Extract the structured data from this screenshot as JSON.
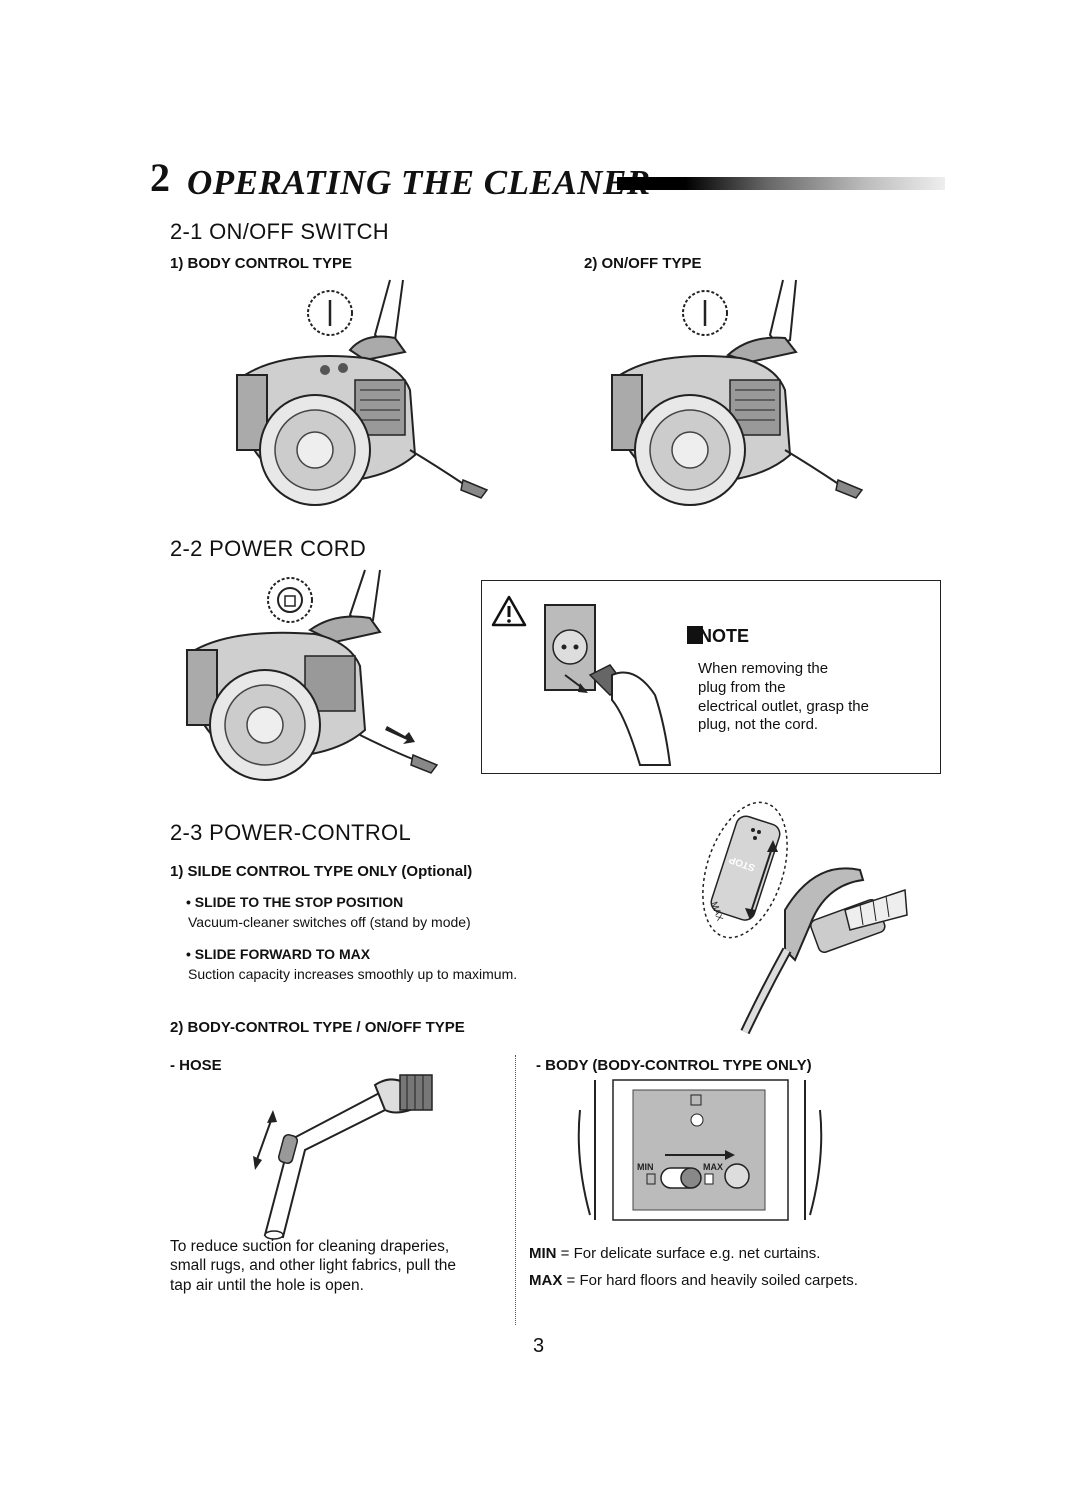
{
  "header": {
    "number": "2",
    "title": "OPERATING THE CLEANER"
  },
  "section1": {
    "title": "2-1 ON/OFF SWITCH",
    "left_label": "1) BODY CONTROL TYPE",
    "right_label": "2) ON/OFF TYPE"
  },
  "section2": {
    "title": "2-2 POWER CORD",
    "note_label": "NOTE",
    "note_lines": [
      "When removing the",
      "plug from the",
      "electrical outlet, grasp the",
      "plug, not the cord."
    ]
  },
  "section3": {
    "title": "2-3 POWER-CONTROL",
    "sub1": "1) SILDE CONTROL TYPE ONLY (Optional)",
    "bullet1_title": "• SLIDE TO THE STOP POSITION",
    "bullet1_text": "Vacuum-cleaner switches off (stand by mode)",
    "bullet2_title": "• SLIDE FORWARD TO MAX",
    "bullet2_text": "Suction capacity increases smoothly up to maximum.",
    "sub2": "2) BODY-CONTROL TYPE / ON/OFF TYPE",
    "hose_label": "- HOSE",
    "body_label": "- BODY (BODY-CONTROL TYPE ONLY)",
    "hose_text": [
      "To reduce suction for cleaning draperies,",
      "small rugs, and other light fabrics, pull the",
      "tap air until the hole is open."
    ],
    "min_key": "MIN",
    "min_text": "= For delicate surface e.g. net curtains.",
    "max_key": "MAX",
    "max_text": "= For hard floors and heavily soiled carpets.",
    "panel_min": "MIN",
    "panel_max": "MAX",
    "slider_stop": "STOP",
    "slider_max": "MAX"
  },
  "footer": {
    "page_number": "3"
  }
}
